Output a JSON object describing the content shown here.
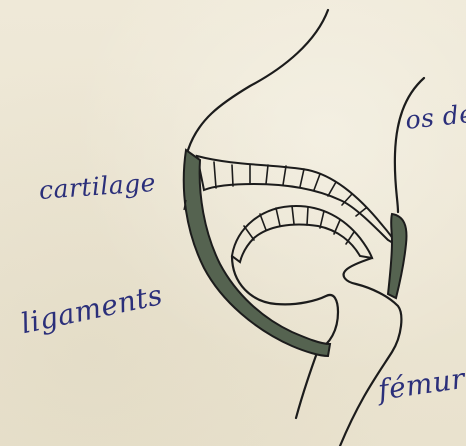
{
  "labels": {
    "cartilage": "cartilage",
    "os": "os de",
    "ligaments": "ligaments",
    "femur": "fémur"
  },
  "colors": {
    "paper": "#ece6d4",
    "ink_black": "#1c1c1c",
    "ink_blue": "#2b2f7a",
    "ligament_fill": "#556350"
  }
}
